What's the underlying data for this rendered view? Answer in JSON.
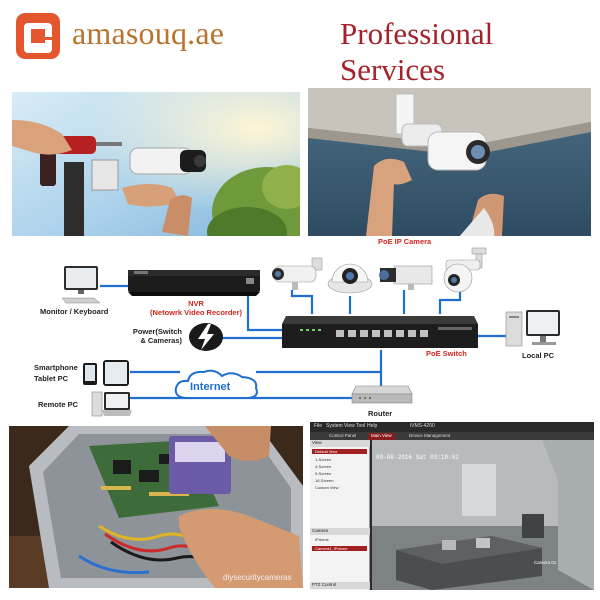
{
  "header": {
    "logo_icon": "amasouq-logo-icon",
    "brand": "amasouq.ae",
    "tagline": "Professional Services"
  },
  "colors": {
    "brand": "#b8732e",
    "tagline": "#a3222b",
    "logo": "#e4572e",
    "diagram_line": "#1f6fd0",
    "diagram_label_red": "#d4261f"
  },
  "photos": [
    {
      "name": "installing-bullet-camera-photo"
    },
    {
      "name": "mounting-ceiling-camera-photo"
    },
    {
      "name": "repairing-nvr-board-photo",
      "watermark": "diysecuritycameras"
    },
    {
      "name": "cctv-software-live-view-photo"
    }
  ],
  "diagram": {
    "nodes": {
      "monitor": "Monitor / Keyboard",
      "nvr_title": "NVR",
      "nvr_subtitle": "(Netowrk Video Recorder)",
      "poe_camera": "PoE IP Camera",
      "power_line1": "Power(Switch",
      "power_line2": "& Cameras)",
      "poe_switch": "PoE Switch",
      "local_pc": "Local PC",
      "smartphone": "Smartphone",
      "tablet": "Tablet PC",
      "internet": "Internet",
      "remote_pc": "Remote PC",
      "router": "Router"
    },
    "icons": [
      "monitor-icon",
      "nvr-icon",
      "bullet-camera-icon",
      "dome-camera-icon",
      "box-camera-icon",
      "ptz-camera-icon",
      "power-icon",
      "poe-switch-icon",
      "desktop-pc-icon",
      "smartphone-icon",
      "tablet-icon",
      "laptop-icon",
      "cloud-icon",
      "router-icon"
    ]
  },
  "software": {
    "menu": [
      "File",
      "System",
      "View",
      "Tool",
      "Help"
    ],
    "app_title": "iVMS-4200",
    "tabs": [
      "Control Panel",
      "Main View",
      "Device Management"
    ],
    "sidebar_head": "View",
    "sidebar_items": [
      "Default View",
      "1-Screen",
      "4-Screen",
      "9-Screen",
      "16-Screen",
      "Custom View"
    ],
    "camera_head": "Camera",
    "camera_items": [
      "IPdome",
      "Camera1_IPdome"
    ],
    "ptz_head": "PTZ Control",
    "osd": "09-08-2016 Sat 03:19:02",
    "camera_name": "Camera 01"
  }
}
